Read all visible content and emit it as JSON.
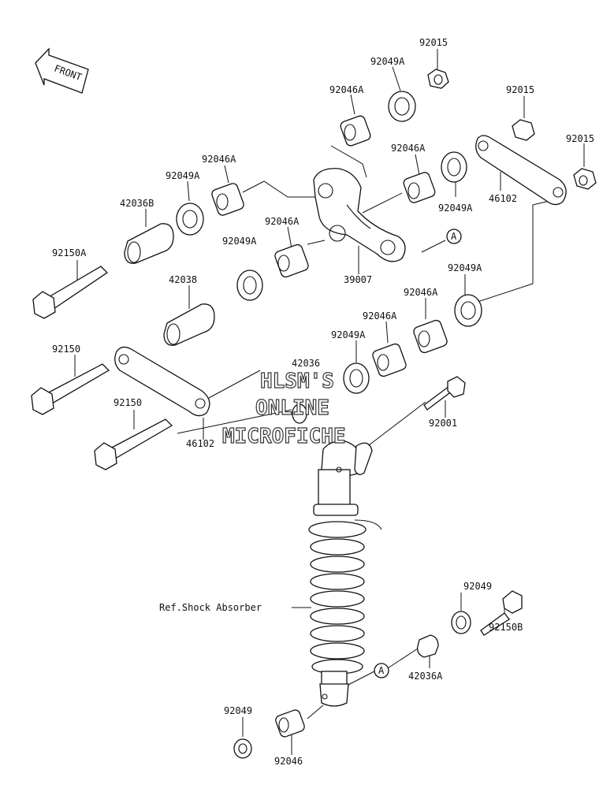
{
  "front_marker": "FRONT",
  "callout_letter": "A",
  "part_labels": {
    "p92015_a": "92015",
    "p92049A_a": "92049A",
    "p92015_b": "92015",
    "p92046A_a": "92046A",
    "p92015_c": "92015",
    "p92046A_b": "92046A",
    "p92046A_c": "92046A",
    "p92049A_b": "92049A",
    "p46102_a": "46102",
    "p42036B": "42036B",
    "p92049A_c": "92049A",
    "p92049A_d": "92049A",
    "p92046A_d": "92046A",
    "p92150A": "92150A",
    "p92049A_e": "92049A",
    "p39007": "39007",
    "p42038": "42038",
    "p92046A_e": "92046A",
    "p92046A_f": "92046A",
    "p92049A_f": "92049A",
    "p42036": "42036",
    "p92150_a": "92150",
    "p92001": "92001",
    "p92150_b": "92150",
    "p46102_b": "46102",
    "ref_shock": "Ref.Shock Absorber",
    "p92049_a": "92049",
    "p92150B": "92150B",
    "p42036A": "42036A",
    "p92049_b": "92049",
    "p92046": "92046"
  },
  "watermark": {
    "line1": "HLSM'S",
    "line2": "ONLINE",
    "line3": "MICROFICHE"
  }
}
